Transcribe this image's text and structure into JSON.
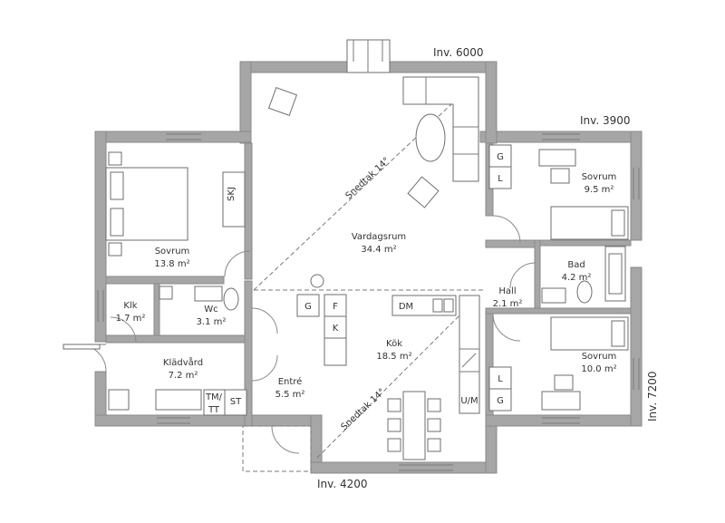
{
  "dimensions": {
    "top": "Inv. 6000",
    "right_upper": "Inv. 3900",
    "right_vertical": "Inv. 7200",
    "bottom": "Inv. 4200"
  },
  "rooms": {
    "sovrum_left": {
      "name": "Sovrum",
      "area": "13.8 m²"
    },
    "vardagsrum": {
      "name": "Vardagsrum",
      "area": "34.4 m²"
    },
    "sovrum_right_top": {
      "name": "Sovrum",
      "area": "9.5 m²"
    },
    "bad": {
      "name": "Bad",
      "area": "4.2 m²"
    },
    "hall": {
      "name": "Hall",
      "area": "2.1 m²"
    },
    "sovrum_right_bottom": {
      "name": "Sovrum",
      "area": "10.0 m²"
    },
    "klk": {
      "name": "Klk",
      "area": "1.7 m²"
    },
    "wc": {
      "name": "Wc",
      "area": "3.1 m²"
    },
    "kladvard": {
      "name": "Klädvård",
      "area": "7.2 m²"
    },
    "entre": {
      "name": "Entré",
      "area": "5.5 m²"
    },
    "kok": {
      "name": "Kök",
      "area": "18.5 m²"
    }
  },
  "ceiling": {
    "upper": "Snedtak 14°",
    "lower": "Snedtak 14°"
  },
  "fixtures": {
    "skj": "SKJ",
    "g": "G",
    "l": "L",
    "f": "F",
    "k": "K",
    "dm": "DM",
    "um": "U/M",
    "tm_top": "TM/",
    "tm_bottom": "TT",
    "st": "ST"
  }
}
